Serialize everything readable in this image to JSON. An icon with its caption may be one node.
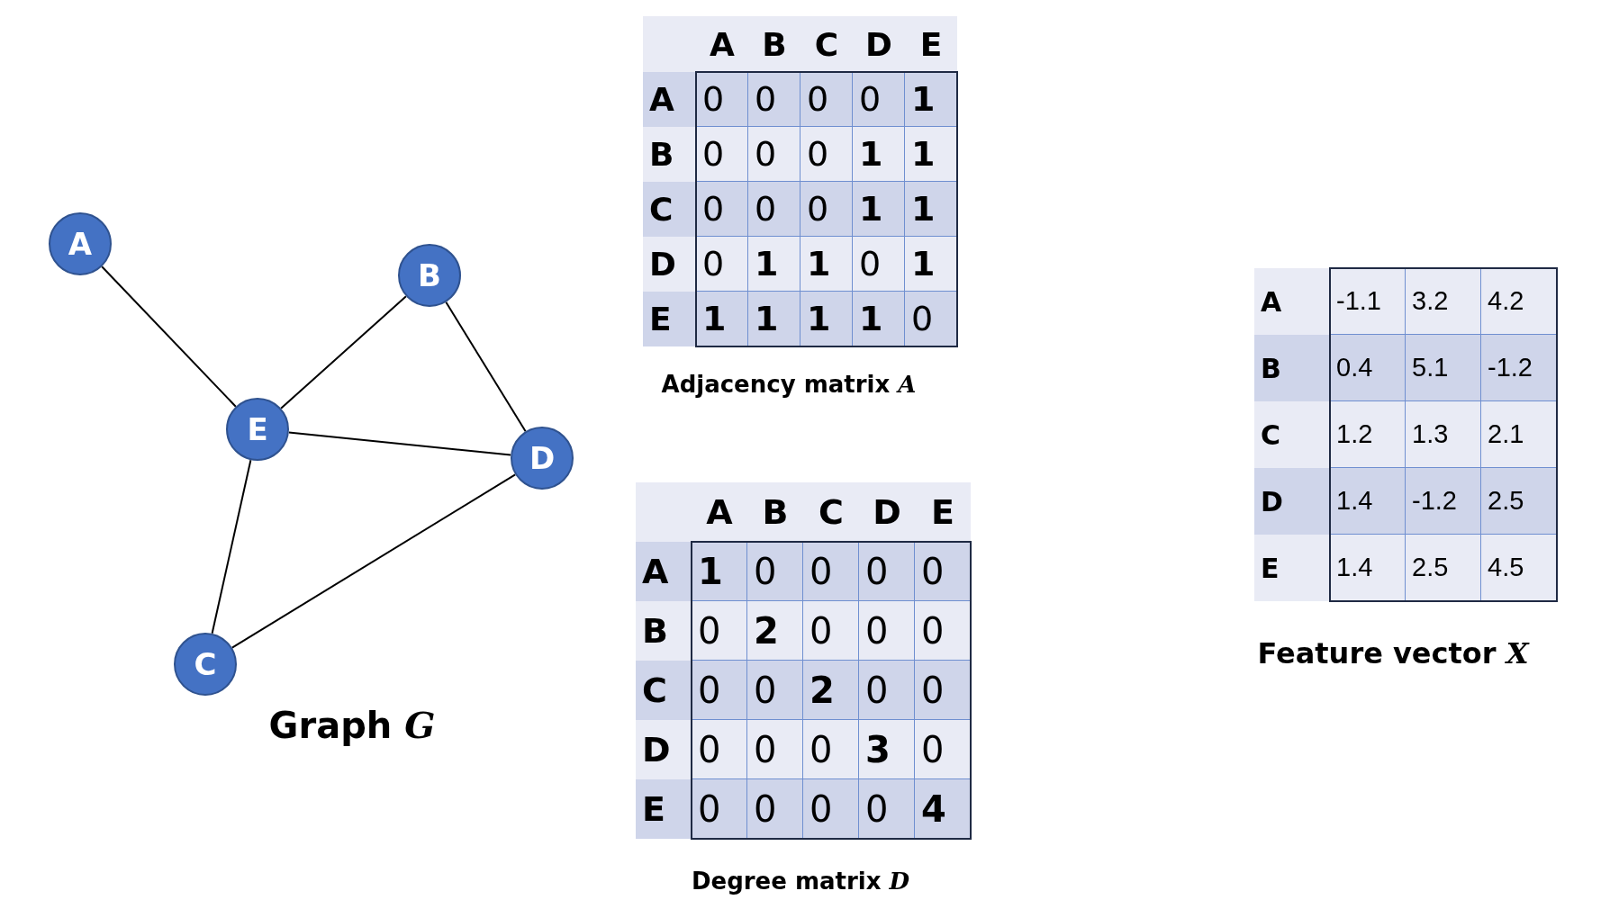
{
  "diagram": {
    "nodes": [
      {
        "text": [
          "A"
        ]
      },
      {
        "text": [
          "B"
        ]
      },
      {
        "text": [
          "E"
        ]
      },
      {
        "text": [
          "D"
        ]
      },
      {
        "text": [
          "C"
        ]
      }
    ],
    "edges": [
      {
        "from": 0,
        "to": 2,
        "arrow": "none"
      },
      {
        "from": 2,
        "to": 1,
        "arrow": "none"
      },
      {
        "from": 1,
        "to": 3,
        "arrow": "none"
      },
      {
        "from": 2,
        "to": 3,
        "arrow": "none"
      },
      {
        "from": 2,
        "to": 4,
        "arrow": "none"
      },
      {
        "from": 4,
        "to": 3,
        "arrow": "none"
      }
    ],
    "labels": [
      "Graph *G*",
      "A",
      "B",
      "C",
      "D",
      "E",
      "A",
      "0",
      "0",
      "0",
      "0",
      "1",
      "B",
      "0",
      "0",
      "0",
      "1",
      "1",
      "C",
      "0",
      "0",
      "0",
      "1",
      "1",
      "D",
      "0",
      "1",
      "1",
      "0",
      "1",
      "E",
      "1",
      "1",
      "1",
      "1",
      "0",
      "Adjacency matrix *A*",
      "A",
      "B",
      "C",
      "D",
      "E",
      "A",
      "1",
      "0",
      "0",
      "0",
      "0",
      "B",
      "0",
      "2",
      "0",
      "0",
      "0",
      "C",
      "0",
      "0",
      "2",
      "0",
      "0",
      "D",
      "0",
      "0",
      "0",
      "3",
      "0",
      "E",
      "0",
      "0",
      "0",
      "0",
      "4",
      "Degree matrix *D*",
      "A",
      "-1.1",
      "3.2",
      "4.2",
      "B",
      "0.4",
      "5.1",
      "-1.2",
      "C",
      "1.2",
      "1.3",
      "2.1",
      "D",
      "1.4",
      "-1.2",
      "2.5",
      "E",
      "1.4",
      "2.5",
      "4.5",
      "Feature vector *X*"
    ]
  }
}
